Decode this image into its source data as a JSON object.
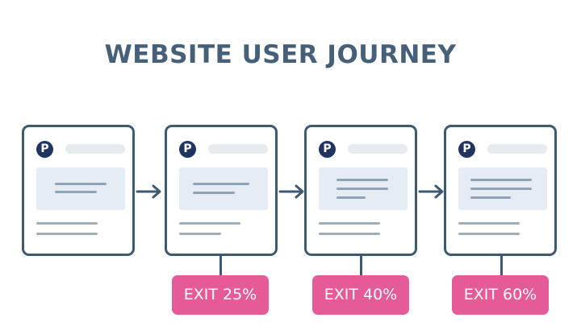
{
  "title": "WEBSITE USER JOURNEY",
  "steps": [
    {
      "icon": "p-logo-icon",
      "logo_letter": "P"
    },
    {
      "icon": "p-logo-icon",
      "logo_letter": "P",
      "exit_label": "EXIT 25%"
    },
    {
      "icon": "p-logo-icon",
      "logo_letter": "P",
      "exit_label": "EXIT 40%"
    },
    {
      "icon": "p-logo-icon",
      "logo_letter": "P",
      "exit_label": "EXIT 60%"
    }
  ],
  "colors": {
    "title": "#456078",
    "outline": "#3c5a72",
    "logo": "#1f3560",
    "exit_badge": "#e45b98",
    "placeholder": "#e5ecf4",
    "placeholder_line": "#8fa3b7"
  }
}
